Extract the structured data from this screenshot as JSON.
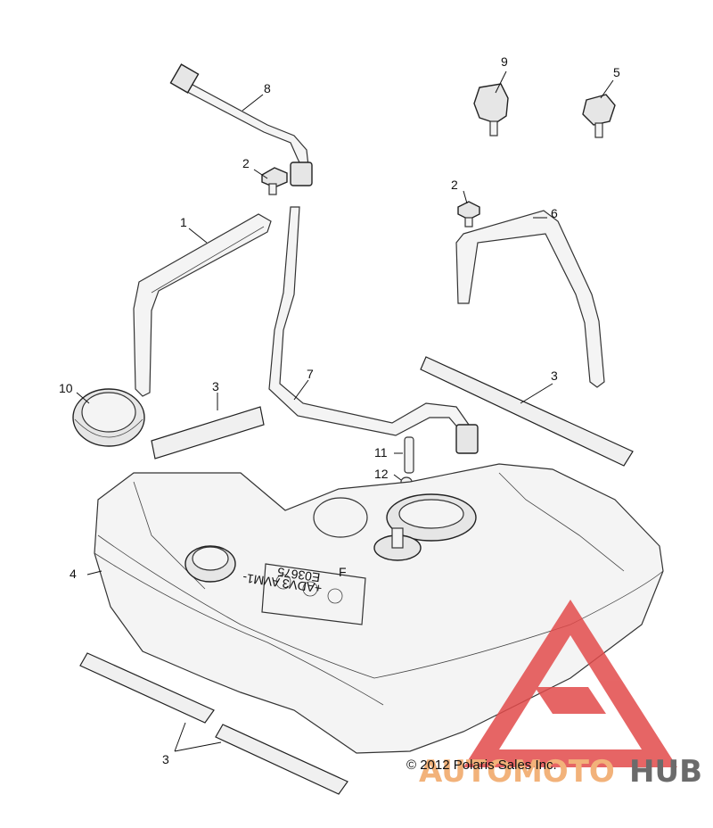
{
  "callouts": {
    "c1": "1",
    "c2a": "2",
    "c2b": "2",
    "c3a": "3",
    "c3b": "3",
    "c3c": "3",
    "c4": "4",
    "c5": "5",
    "c6": "6",
    "c7": "7",
    "c8": "8",
    "c9": "9",
    "c10": "10",
    "c11": "11",
    "c12": "12"
  },
  "copyright": "© 2012 Polaris Sales Inc.",
  "watermark": {
    "word_a": "AUTOMOTO",
    "word_b": "HUB",
    "color_a": "#f2b27a",
    "color_b": "#6b6b6b",
    "triangle_color": "#e24b4b"
  },
  "tank_label": {
    "line1": "E03675",
    "line2": "+ADV3 AVM1-",
    "line3": "F"
  }
}
